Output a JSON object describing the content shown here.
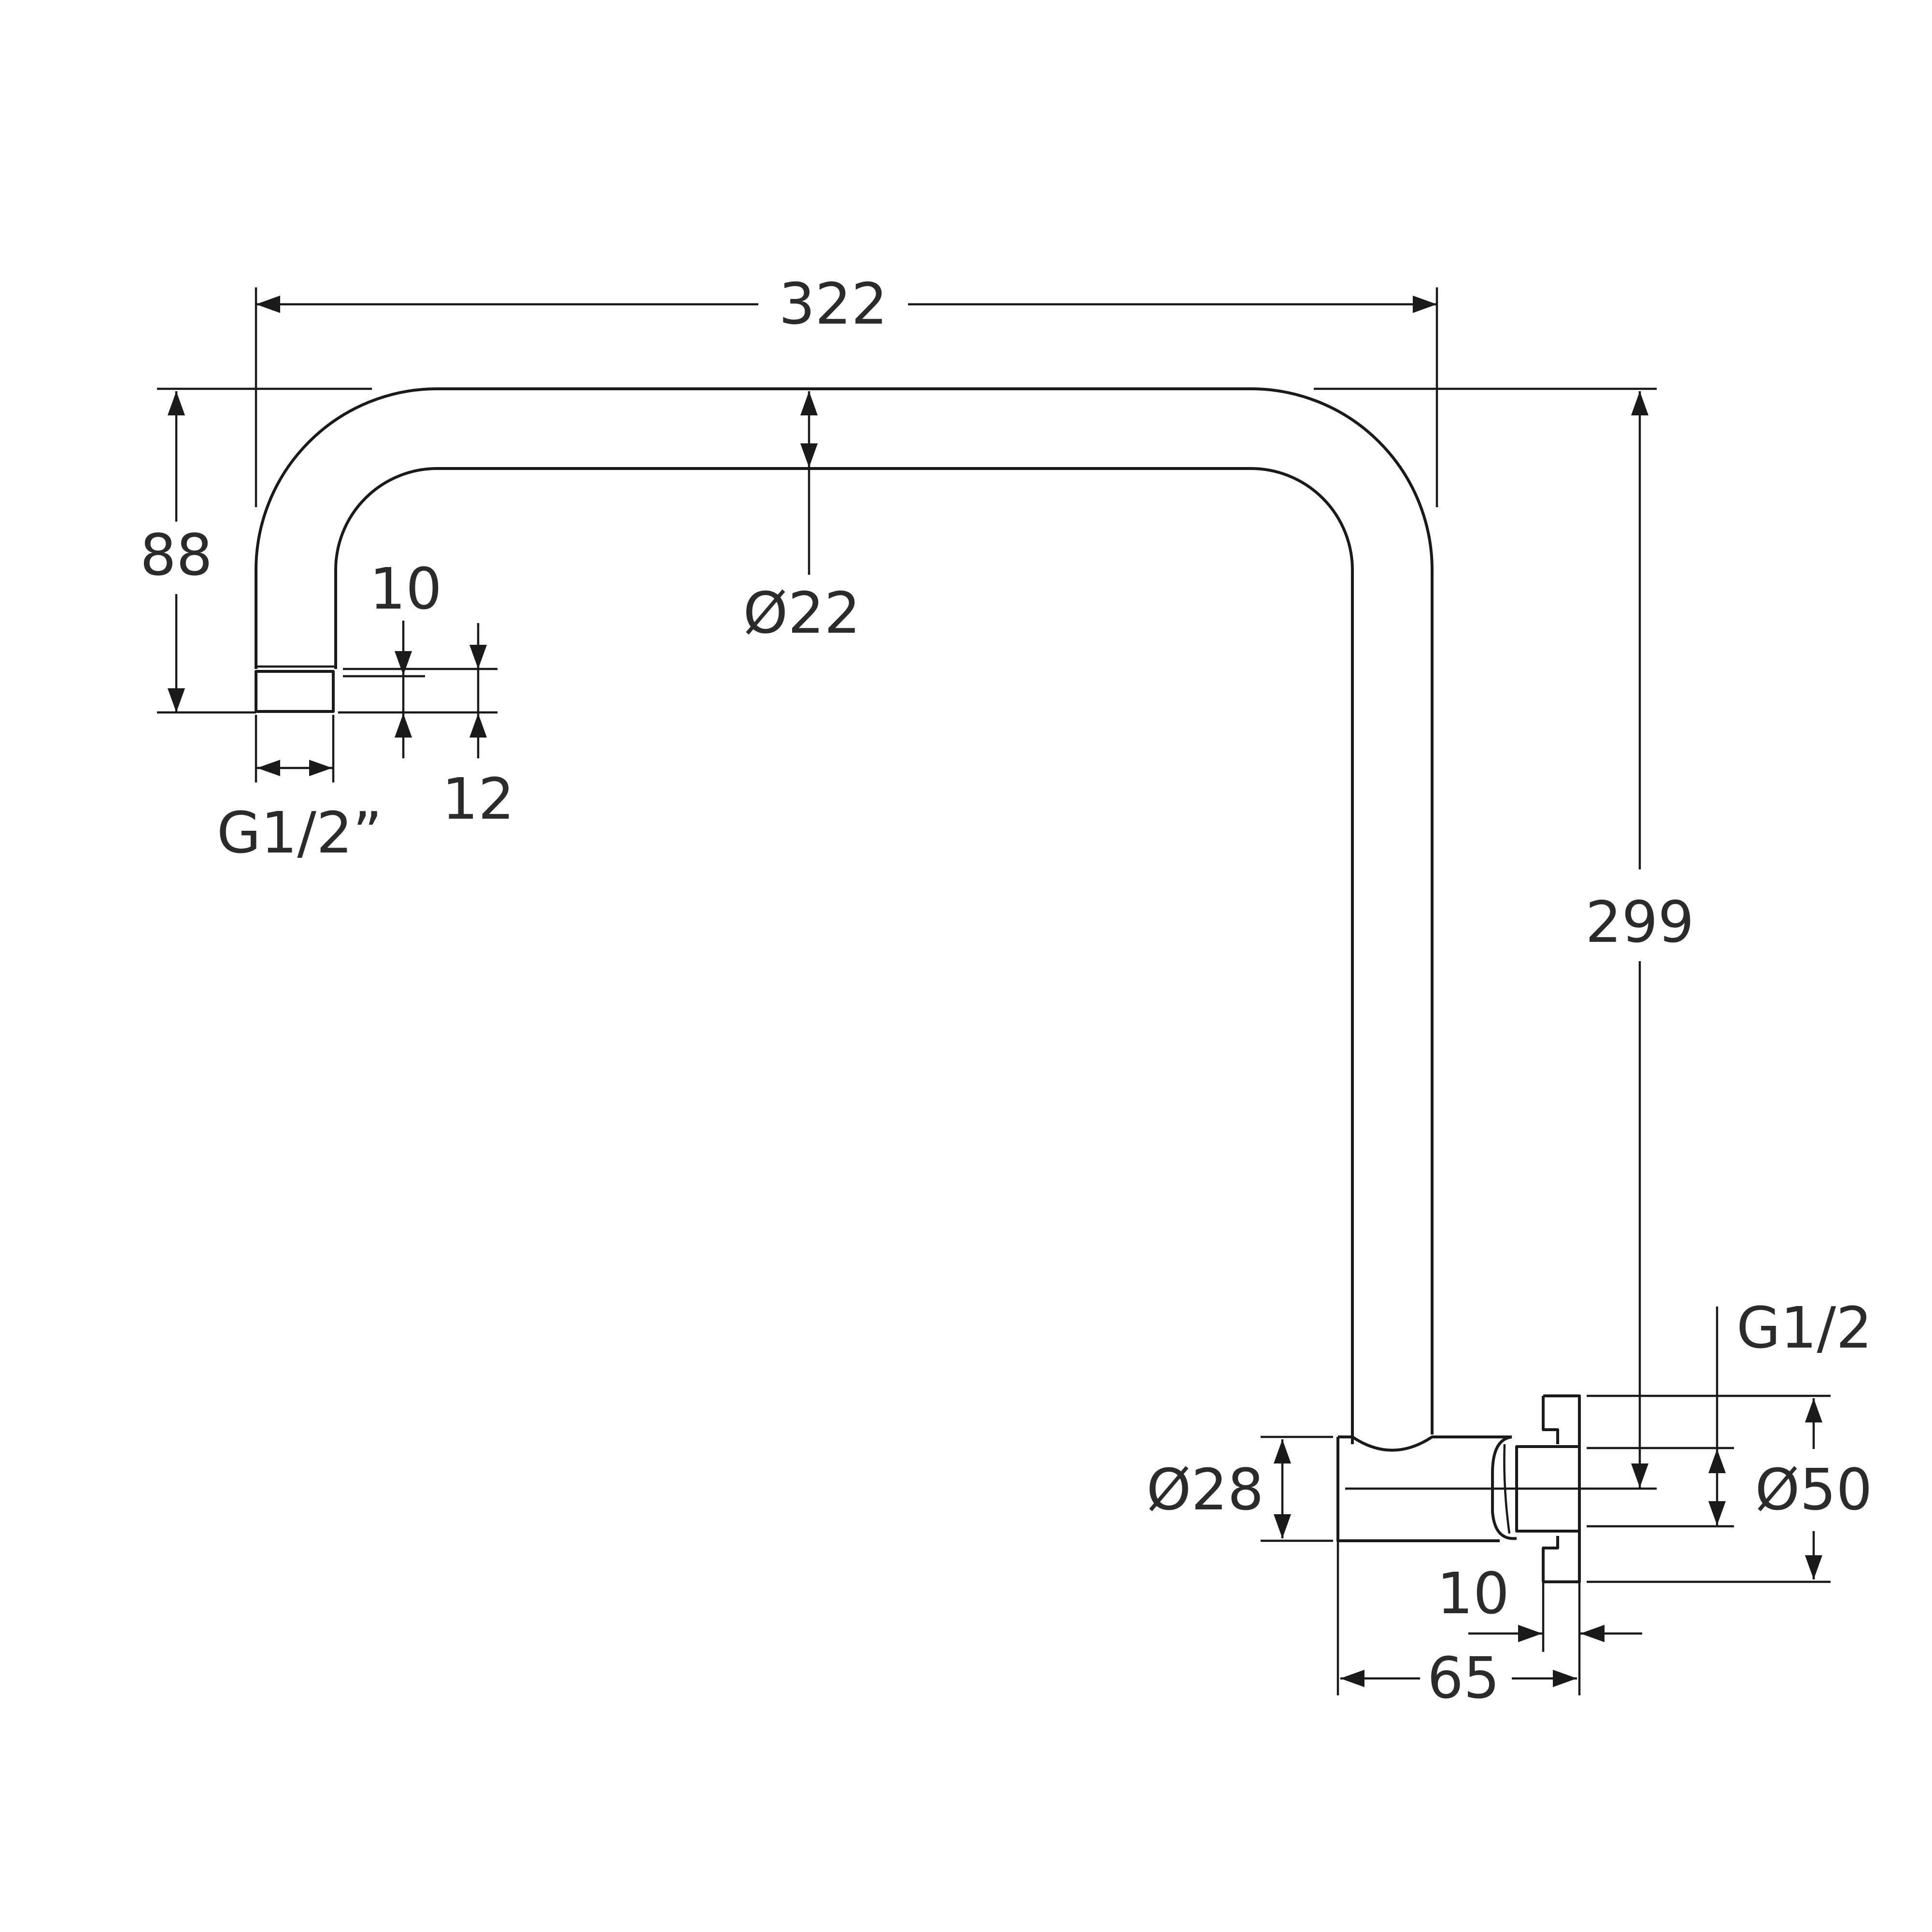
{
  "diagram": {
    "line_color": "#1a1a1a",
    "text_color": "#2b2b2b",
    "background": "#ffffff",
    "dimensions": {
      "overall_width": "322",
      "drop_height": "88",
      "tube_diameter": "Ø22",
      "thread_length": "10",
      "thread_offset": "12",
      "outlet_thread": "G1/2”",
      "overall_height": "299",
      "inlet_thread": "G1/2",
      "base_diameter": "Ø28",
      "flange_diameter": "Ø50",
      "flange_thickness": "10",
      "projection": "65"
    }
  }
}
